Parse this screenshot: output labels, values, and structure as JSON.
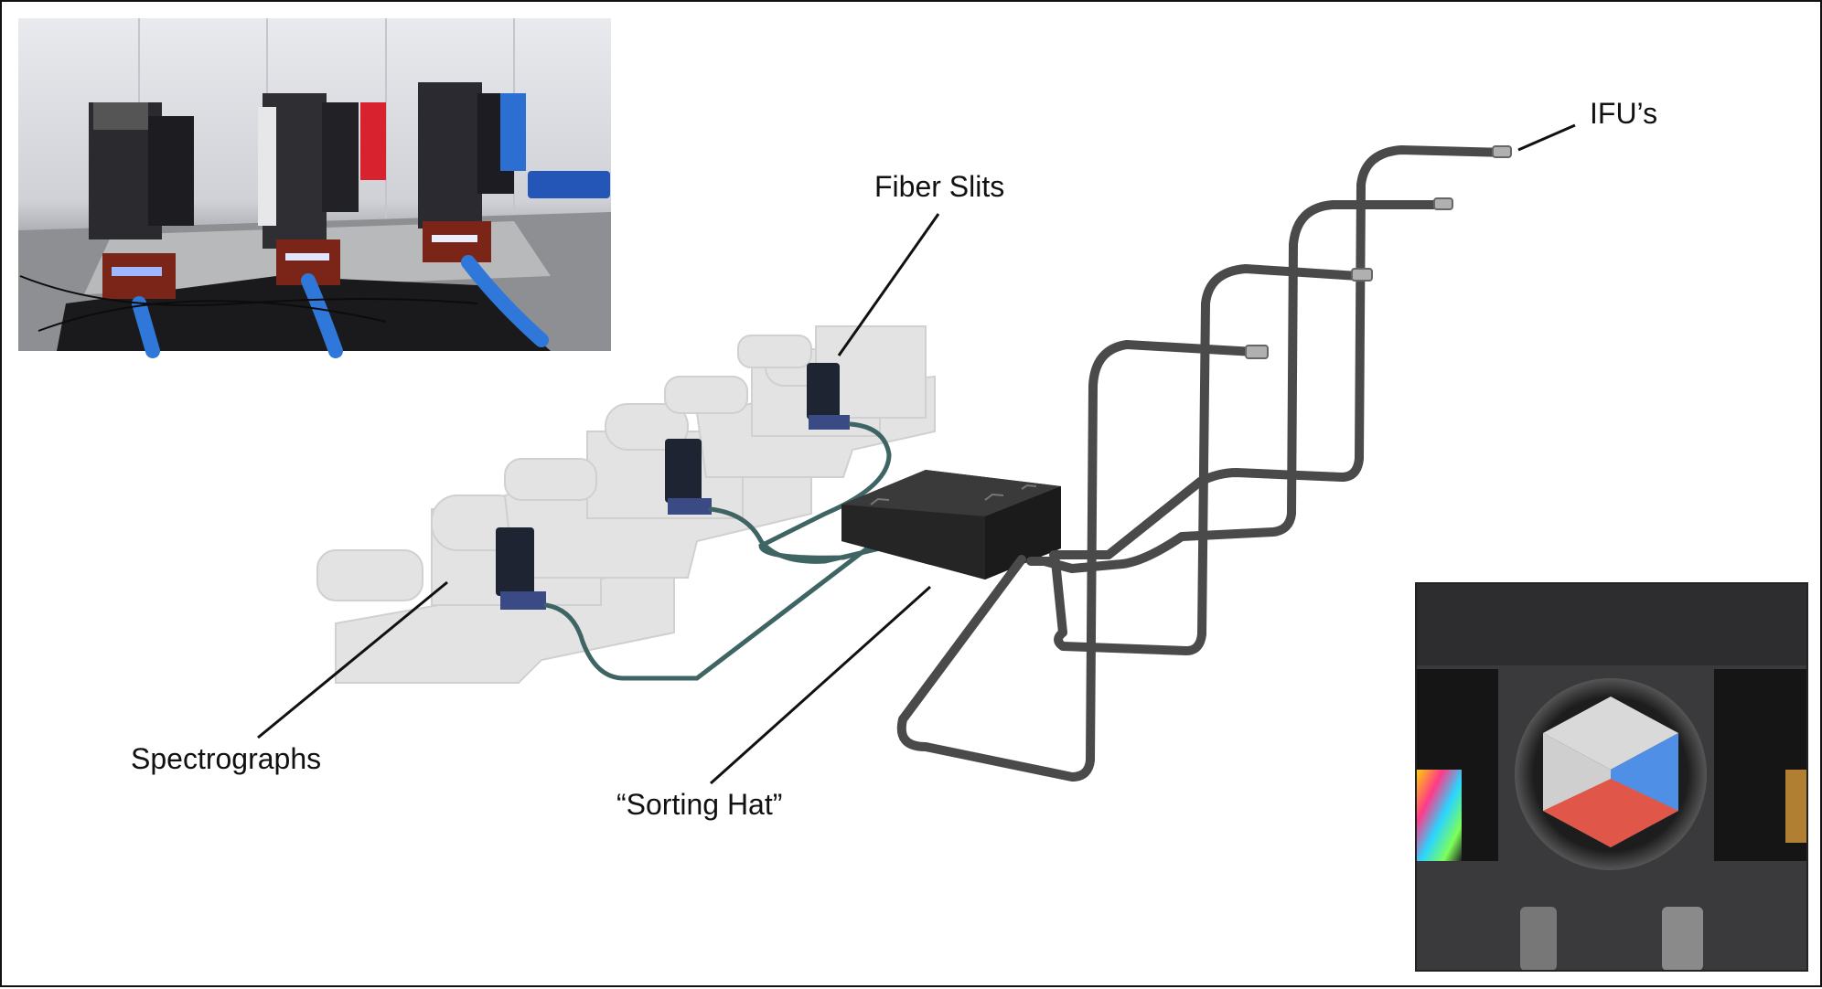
{
  "labels": {
    "fiber_slits": "Fiber Slits",
    "ifus": "IFU’s",
    "spectrographs": "Spectrographs",
    "sorting_hat": "“Sorting Hat”"
  },
  "photo_lab": {
    "subject": "lab photograph of spectrographs with blue fiber cables",
    "accent_colors": [
      "#2a6fd1",
      "#d8232f",
      "#7b2418"
    ]
  },
  "photo_ifu": {
    "subject": "close-up photograph of IFU hexagonal bundle",
    "accent_colors": [
      "#4f8fe6",
      "#e0574a",
      "#d9d9d9"
    ]
  },
  "colors": {
    "fiber_teal": "#3e6464",
    "conduit_gray": "#4a4a4a",
    "box_dark": "#232323",
    "ghost_gray": "#e2e2e2"
  }
}
